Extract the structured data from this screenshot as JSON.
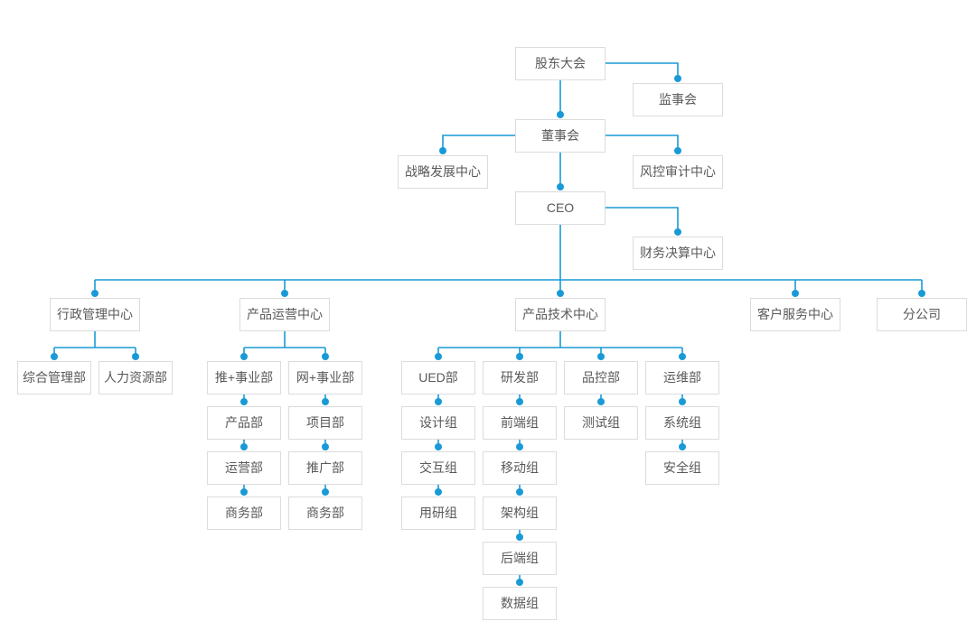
{
  "colors": {
    "connector": "#199ad6",
    "box_border": "#dcdcdc",
    "box_background": "#ffffff",
    "text": "#595959"
  },
  "nodes": {
    "shareholders_meeting": "股东大会",
    "supervisory_board": "监事会",
    "board_of_directors": "董事会",
    "strategy_dev_center": "战略发展中心",
    "risk_audit_center": "风控审计中心",
    "ceo": "CEO",
    "finance_center": "财务决算中心",
    "admin_center": "行政管理中心",
    "product_ops_center": "产品运营中心",
    "product_tech_center": "产品技术中心",
    "customer_service_center": "客户服务中心",
    "branch_company": "分公司",
    "general_admin_dept": "综合管理部",
    "hr_dept": "人力资源部",
    "tui_business_dept": "推+事业部",
    "wang_business_dept": "网+事业部",
    "product_dept": "产品部",
    "project_dept": "项目部",
    "operations_dept": "运营部",
    "promotion_dept": "推广部",
    "business_dept_a": "商务部",
    "business_dept_b": "商务部",
    "ued_dept": "UED部",
    "rnd_dept": "研发部",
    "qc_dept": "品控部",
    "ops_maint_dept": "运维部",
    "design_group": "设计组",
    "frontend_group": "前端组",
    "testing_group": "测试组",
    "system_group": "系统组",
    "interaction_group": "交互组",
    "mobile_group": "移动组",
    "security_group": "安全组",
    "user_research_group": "用研组",
    "architecture_group": "架构组",
    "backend_group": "后端组",
    "data_group": "数据组"
  },
  "hierarchy": {
    "label": "股东大会",
    "children": [
      {
        "label": "监事会"
      },
      {
        "label": "董事会",
        "children": [
          {
            "label": "战略发展中心"
          },
          {
            "label": "风控审计中心"
          },
          {
            "label": "CEO",
            "children": [
              {
                "label": "财务决算中心"
              },
              {
                "label": "行政管理中心",
                "children": [
                  {
                    "label": "综合管理部"
                  },
                  {
                    "label": "人力资源部"
                  }
                ]
              },
              {
                "label": "产品运营中心",
                "children": [
                  {
                    "label": "推+事业部",
                    "children": [
                      {
                        "label": "产品部"
                      },
                      {
                        "label": "运营部"
                      },
                      {
                        "label": "商务部"
                      }
                    ]
                  },
                  {
                    "label": "网+事业部",
                    "children": [
                      {
                        "label": "项目部"
                      },
                      {
                        "label": "推广部"
                      },
                      {
                        "label": "商务部"
                      }
                    ]
                  }
                ]
              },
              {
                "label": "产品技术中心",
                "children": [
                  {
                    "label": "UED部",
                    "children": [
                      {
                        "label": "设计组"
                      },
                      {
                        "label": "交互组"
                      },
                      {
                        "label": "用研组"
                      }
                    ]
                  },
                  {
                    "label": "研发部",
                    "children": [
                      {
                        "label": "前端组"
                      },
                      {
                        "label": "移动组"
                      },
                      {
                        "label": "架构组"
                      },
                      {
                        "label": "后端组"
                      },
                      {
                        "label": "数据组"
                      }
                    ]
                  },
                  {
                    "label": "品控部",
                    "children": [
                      {
                        "label": "测试组"
                      }
                    ]
                  },
                  {
                    "label": "运维部",
                    "children": [
                      {
                        "label": "系统组"
                      },
                      {
                        "label": "安全组"
                      }
                    ]
                  }
                ]
              },
              {
                "label": "客户服务中心"
              },
              {
                "label": "分公司"
              }
            ]
          }
        ]
      }
    ]
  }
}
